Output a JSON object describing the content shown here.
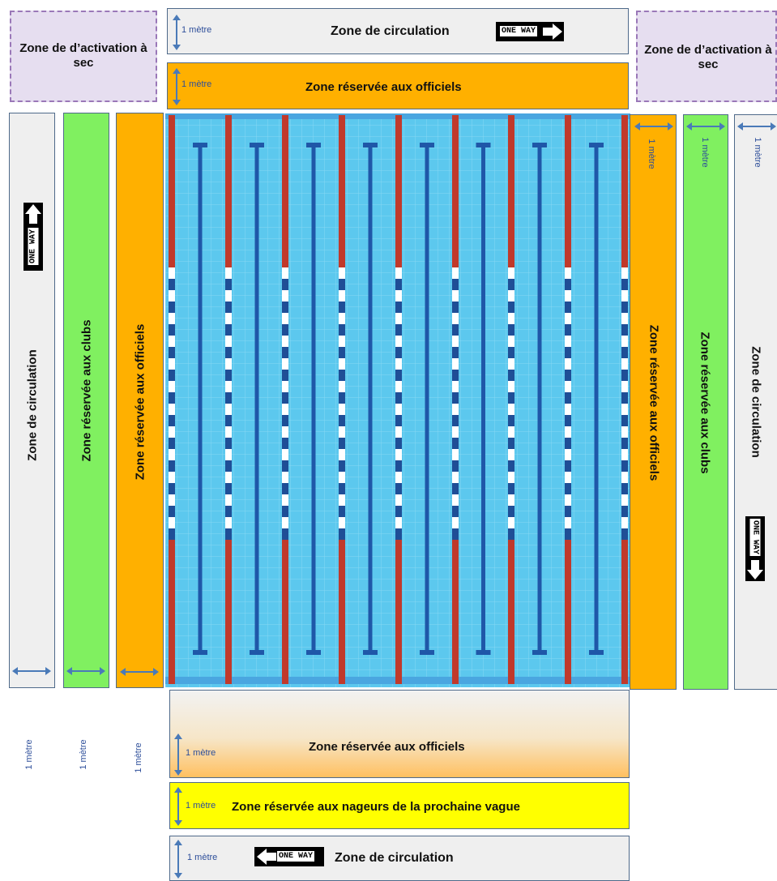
{
  "sign_text": "ONE WAY",
  "meter_label": "1 mètre",
  "top": {
    "activation_left": "Zone de d’activation à sec",
    "activation_right": "Zone de d’activation à sec",
    "circulation": "Zone de circulation",
    "officials": "Zone réservée aux officiels"
  },
  "left": {
    "circulation": "Zone de circulation",
    "clubs": "Zone réservée aux clubs",
    "officials": "Zone réservée aux officiels"
  },
  "right": {
    "officials": "Zone réservée aux officiels",
    "clubs": "Zone réservée aux clubs",
    "circulation": "Zone de circulation"
  },
  "bottom": {
    "officials": "Zone réservée aux officiels",
    "next_wave": "Zone réservée aux nageurs de la prochaine vague",
    "circulation": "Zone de circulation"
  },
  "lanes": [
    "1",
    "2",
    "3",
    "4",
    "5",
    "6",
    "7",
    "8"
  ],
  "colors": {
    "water": "#5cc8ee",
    "lane_rope_red": "#c0392b",
    "officials": "#ffb000",
    "clubs": "#80f060",
    "next_wave": "#ffff00",
    "activation": "#e6def0",
    "circulation": "#efefef"
  }
}
